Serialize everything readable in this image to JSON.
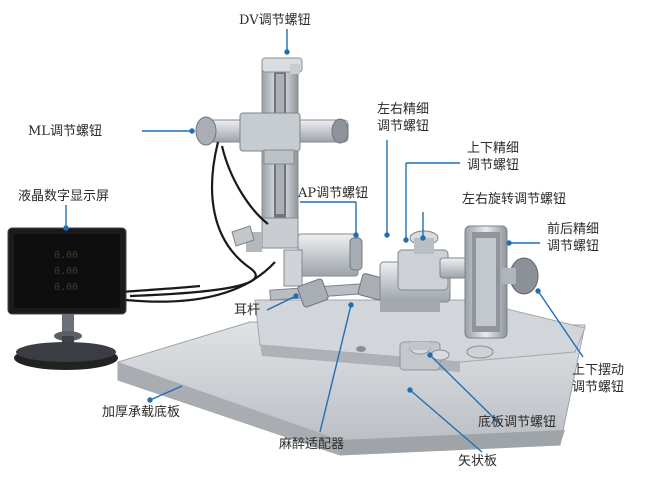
{
  "labels": {
    "dv": "DV调节螺钮",
    "ml": "ML调节螺钮",
    "lr_fine": [
      "左右精细",
      "调节螺钮"
    ],
    "ud_fine": [
      "上下精细",
      "调节螺钮"
    ],
    "ap": "AP调节螺钮",
    "lr_rot": "左右旋转调节螺钮",
    "lcd": "液晶数字显示屏",
    "fb_fine": [
      "前后精细",
      "调节螺钮"
    ],
    "ear_bar": "耳杆",
    "ud_swing": [
      "上下摆动",
      "调节螺钮"
    ],
    "base_plate": "加厚承载底板",
    "base_knob": "底板调节螺钮",
    "anesthesia": "麻醉适配器",
    "sagittal": "矢状板"
  },
  "display": {
    "readings": [
      "0.00",
      "0.00",
      "0.00"
    ]
  },
  "colors": {
    "leader": "#1f6fb4",
    "label_text": "#2b2b2b",
    "metal": "#b9bec4",
    "plate": "#c9ccd0",
    "screen": "#151515"
  }
}
